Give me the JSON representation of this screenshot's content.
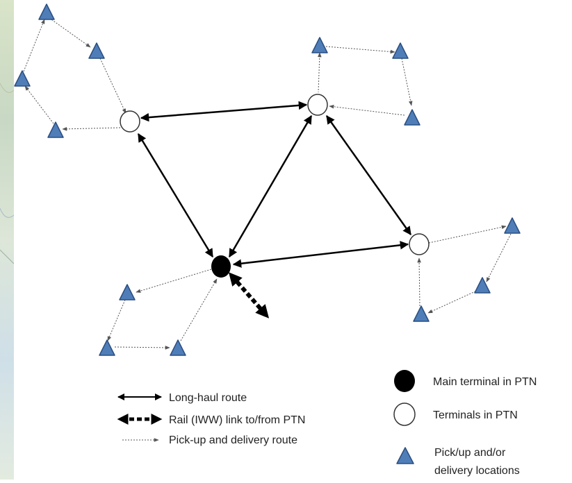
{
  "colors": {
    "long_haul": "#000000",
    "pickup_route": "#555555",
    "triangle_fill": "#4F7DB8",
    "triangle_stroke": "#2A4E80",
    "terminal_stroke": "#333333",
    "main_terminal": "#000000"
  },
  "legend": {
    "long_haul": "Long-haul route",
    "rail_link": "Rail (IWW) link to/from PTN",
    "pickup_route": "Pick-up and delivery route",
    "main_terminal": "Main terminal in PTN",
    "terminals": "Terminals in PTN",
    "pickup_locations_line1": "Pick/up and/or",
    "pickup_locations_line2": "delivery locations"
  }
}
